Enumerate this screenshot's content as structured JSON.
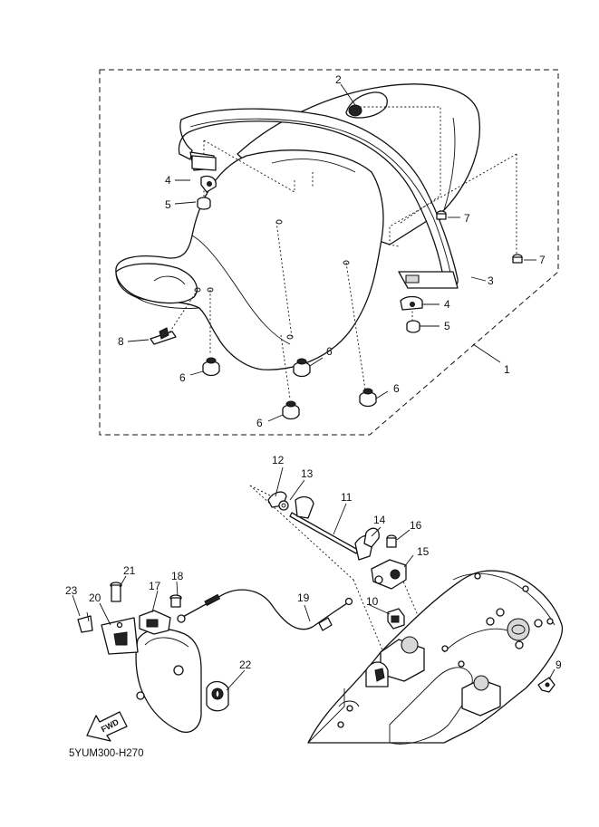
{
  "diagram_code": "5YUM300-H270",
  "fwd_label": "FWD",
  "callouts": {
    "c1": "1",
    "c2": "2",
    "c3": "3",
    "c4a": "4",
    "c4b": "4",
    "c5a": "5",
    "c5b": "5",
    "c6a": "6",
    "c6b": "6",
    "c6c": "6",
    "c6d": "6",
    "c7a": "7",
    "c7b": "7",
    "c8": "8",
    "c9": "9",
    "c10": "10",
    "c11": "11",
    "c12": "12",
    "c13": "13",
    "c14": "14",
    "c15": "15",
    "c16": "16",
    "c17": "17",
    "c18": "18",
    "c19": "19",
    "c20": "20",
    "c21": "21",
    "c22": "22",
    "c23": "23"
  }
}
